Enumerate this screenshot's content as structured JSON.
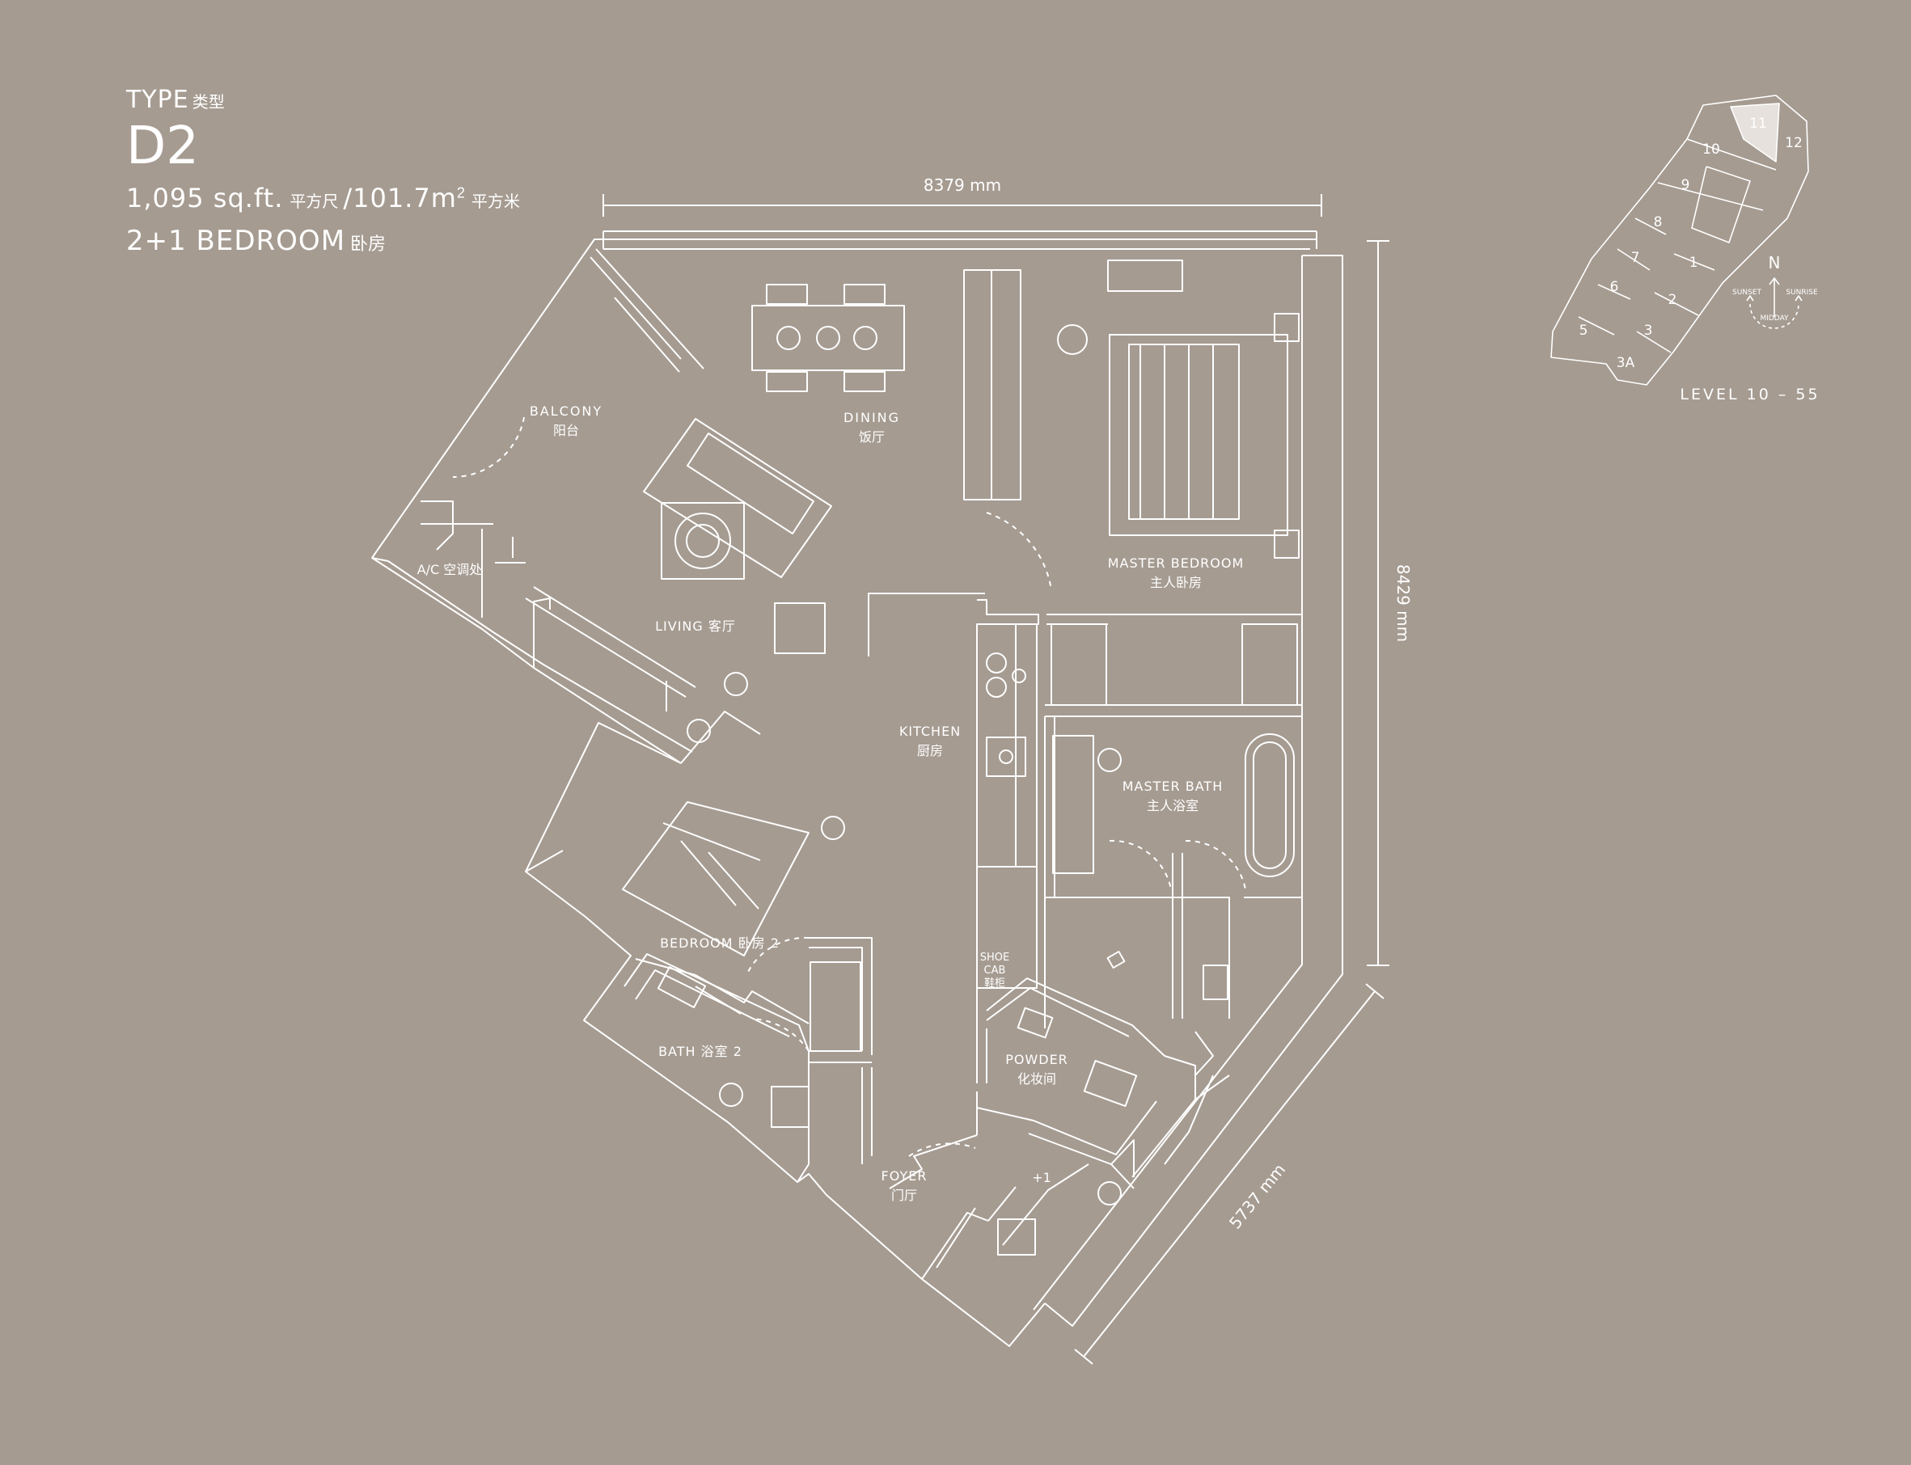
{
  "header": {
    "type_en": "TYPE",
    "type_zh": "类型",
    "unit_code": "D2",
    "area_sqft": "1,095 sq.ft.",
    "area_sqft_zh": "平方尺",
    "area_sep": "/",
    "area_sqm": "101.7m",
    "area_sqm_sup": "2",
    "area_sqm_zh": "平方米",
    "bedroom_en": "2+1 BEDROOM",
    "bedroom_zh": "卧房"
  },
  "dimensions": {
    "top": "8379 mm",
    "right": "8429 mm",
    "diagonal": "5737 mm"
  },
  "rooms": {
    "balcony_en": "BALCONY",
    "balcony_zh": "阳台",
    "ac": "A/C 空调处",
    "dining_en": "DINING",
    "dining_zh": "饭厅",
    "living": "LIVING 客厅",
    "master_bedroom_en": "MASTER BEDROOM",
    "master_bedroom_zh": "主人卧房",
    "kitchen_en": "KITCHEN",
    "kitchen_zh": "厨房",
    "master_bath_en": "MASTER BATH",
    "master_bath_zh": "主人浴室",
    "bedroom2": "BEDROOM 卧房 2",
    "shoe_cab_1": "SHOE",
    "shoe_cab_2": "CAB",
    "shoe_cab_zh": "鞋柜",
    "bath2": "BATH 浴室 2",
    "powder_en": "POWDER",
    "powder_zh": "化妆间",
    "foyer_en": "FOYER",
    "foyer_zh": "门厅",
    "plus_one": "+1"
  },
  "keyplan": {
    "units": [
      "11",
      "12",
      "10",
      "9",
      "8",
      "7",
      "1",
      "6",
      "2",
      "5",
      "3",
      "3A"
    ],
    "highlighted": "11",
    "north": "N",
    "sunset": "SUNSET",
    "sunrise": "SUNRISE",
    "midday": "MIDDAY",
    "level": "LEVEL 10 – 55"
  },
  "colors": {
    "background": "#a59b91",
    "line": "#ffffff",
    "keyplan_highlight": "#e6e1dc"
  }
}
